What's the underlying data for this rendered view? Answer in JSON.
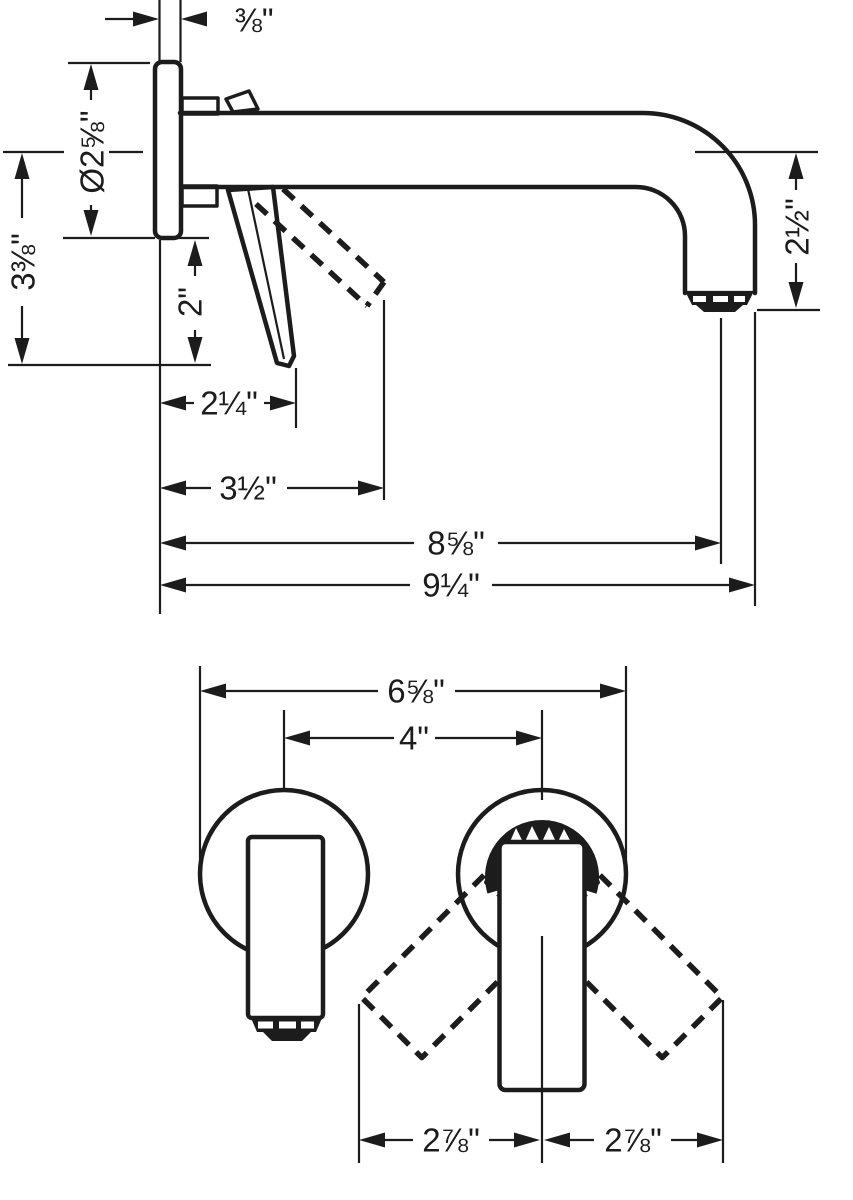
{
  "drawing": {
    "accent_color": "#1c1c1c",
    "background_color": "#ffffff",
    "side_view": {
      "dims": {
        "plate_thickness": "⅜\"",
        "escutcheon_diameter": "Ø2⅝\"",
        "center_to_handle_tip": "3⅜\"",
        "plate_to_handle_tip": "2\"",
        "center_to_spout_outlet": "2½\"",
        "handle_projection": "2¼\"",
        "handle_projection_open": "3½\"",
        "projection_to_aerator": "8⅝\"",
        "total_projection": "9¼\""
      }
    },
    "front_view": {
      "dims": {
        "overall_width": "6⅝\"",
        "spout_to_handle_center": "4\"",
        "handle_swing_left": "2⅞\"",
        "handle_swing_right": "2⅞\""
      }
    }
  }
}
